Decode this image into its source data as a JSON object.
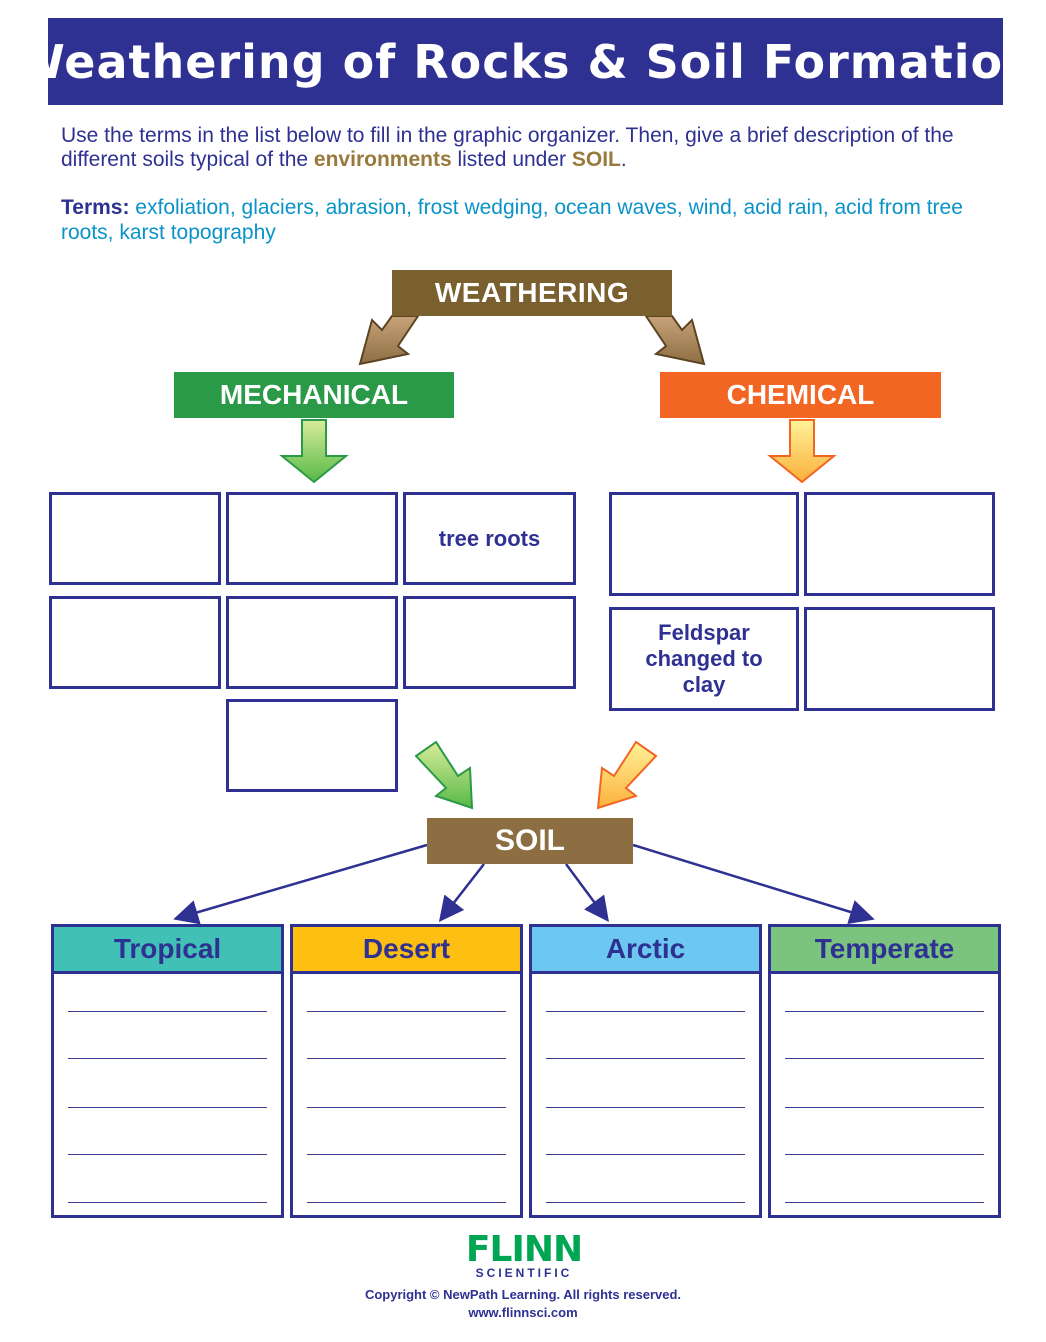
{
  "title": "Weathering of Rocks & Soil Formation",
  "intro": {
    "part1": "Use the terms in the list below to fill in the graphic organizer.  Then, give a brief description of the different soils typical of the ",
    "environments_word": "environments",
    "part2": " listed under ",
    "soil_word": "SOIL",
    "part3": "."
  },
  "terms": {
    "label": "Terms:",
    "list": " exfoliation, glaciers, abrasion, frost wedging, ocean waves, wind, acid rain, acid from tree roots, karst topography"
  },
  "organizer": {
    "root": "WEATHERING",
    "mechanical": "MECHANICAL",
    "chemical": "CHEMICAL",
    "soil": "SOIL",
    "mechanical_cells": [
      "",
      "",
      "tree roots",
      "",
      "",
      "",
      ""
    ],
    "chemical_cells": [
      "",
      "",
      "Feldspar changed to clay",
      ""
    ]
  },
  "soil_types": [
    "Tropical",
    "Desert",
    "Arctic",
    "Temperate"
  ],
  "colors": {
    "navy": "#2e3192",
    "weathering": "#7a5f2f",
    "mechanical": "#2b9a48",
    "chemical": "#f36523",
    "soil": "#8d6e42",
    "tropical": "#41c1b5",
    "desert": "#fdc012",
    "arctic": "#6cc8f0",
    "temperate": "#7bc47f"
  },
  "footer": {
    "logo_word": "FLINN",
    "logo_sub": "SCIENTIFIC",
    "copyright": "Copyright © NewPath Learning. All rights reserved.",
    "website": "www.flinnsci.com"
  }
}
